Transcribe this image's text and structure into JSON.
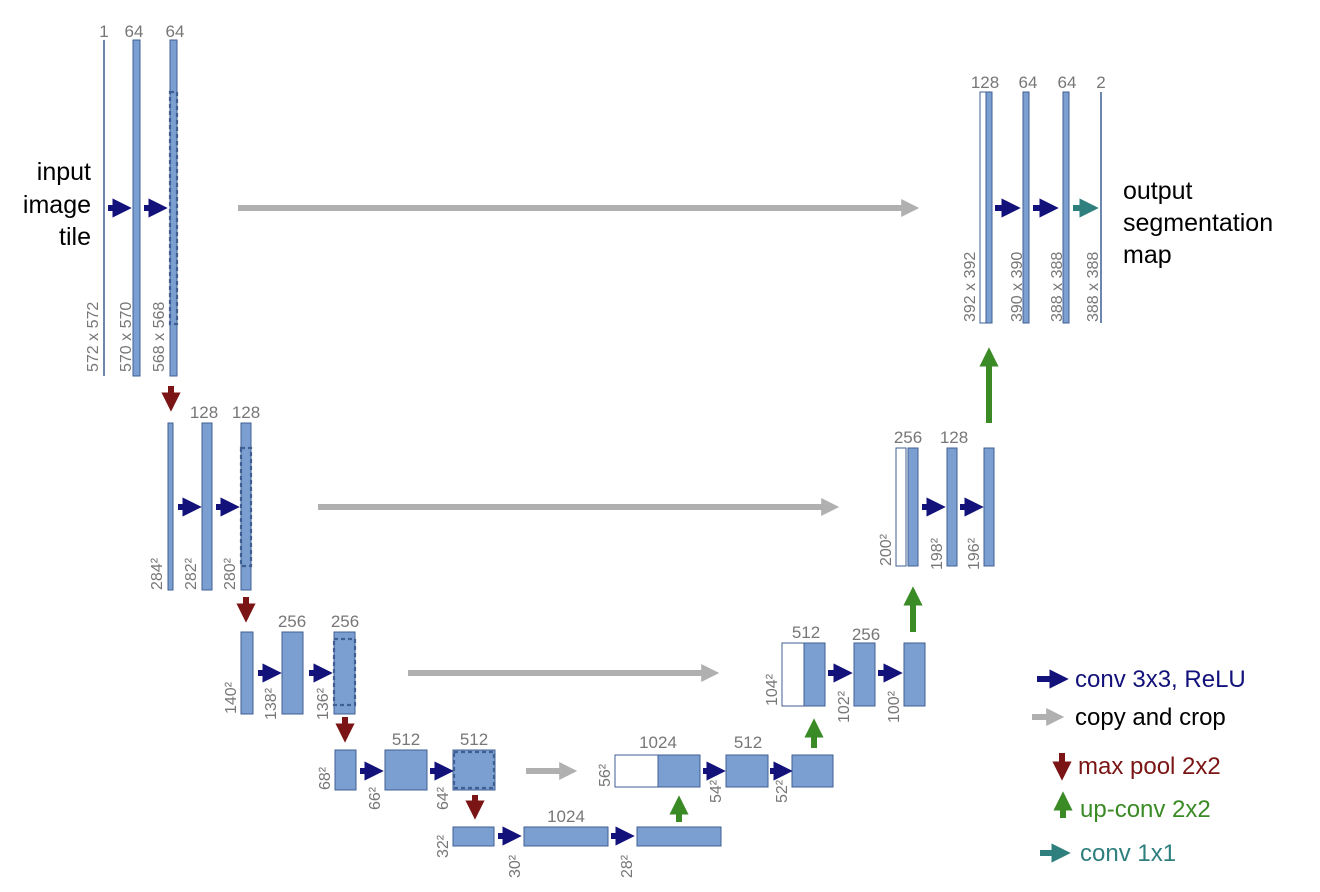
{
  "input_label": [
    "input",
    "image",
    "tile"
  ],
  "output_label": [
    "output",
    "segmentation",
    "map"
  ],
  "legend": [
    {
      "text": "conv 3x3, ReLU",
      "color": "#12127a",
      "icon": "arrow-right-icon"
    },
    {
      "text": "copy and crop",
      "color": "#b0b0b0",
      "icon": "arrow-right-icon"
    },
    {
      "text": "max pool 2x2",
      "color": "#7b1515",
      "icon": "arrow-down-icon"
    },
    {
      "text": "up-conv 2x2",
      "color": "#3a8a26",
      "icon": "arrow-up-icon"
    },
    {
      "text": "conv 1x1",
      "color": "#2f7f7f",
      "icon": "arrow-right-icon"
    }
  ],
  "level1": {
    "channels": [
      "1",
      "64",
      "64"
    ],
    "sizes": [
      "572 x 572",
      "570 x 570",
      "568 x 568"
    ]
  },
  "level2": {
    "channels": [
      "128",
      "128"
    ],
    "sizes": [
      "284²",
      "282²",
      "280²"
    ]
  },
  "level3": {
    "channels": [
      "256",
      "256"
    ],
    "sizes": [
      "140²",
      "138²",
      "136²"
    ]
  },
  "level4": {
    "channels": [
      "512",
      "512"
    ],
    "sizes": [
      "68²",
      "66²",
      "64²"
    ]
  },
  "bottom": {
    "channels": [
      "1024"
    ],
    "sizes": [
      "32²",
      "30²",
      "28²"
    ]
  },
  "up4": {
    "channels": [
      "1024",
      "512"
    ],
    "sizes": [
      "56²",
      "54²",
      "52²"
    ]
  },
  "up3": {
    "channels": [
      "512",
      "256"
    ],
    "sizes": [
      "104²",
      "102²",
      "100²"
    ]
  },
  "up2": {
    "channels": [
      "256",
      "128"
    ],
    "sizes": [
      "200²",
      "198²",
      "196²"
    ]
  },
  "up1": {
    "channels": [
      "128",
      "64",
      "64",
      "2"
    ],
    "sizes": [
      "392 x 392",
      "390 x 390",
      "388 x 388",
      "388 x 388"
    ]
  }
}
